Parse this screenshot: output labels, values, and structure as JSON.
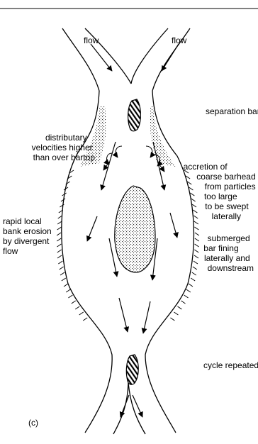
{
  "labels": {
    "flow_left": "flow",
    "flow_right": "flow",
    "separation_bars": "separation bars",
    "distributary": [
      "distributary",
      "velocities higher",
      "than over bartop"
    ],
    "accretion": [
      "accretion of",
      "coarse barhead",
      "from particles",
      "too large",
      "to be swept",
      "laterally"
    ],
    "rapid_erosion": [
      "rapid local",
      "bank erosion",
      "by divergent",
      "flow"
    ],
    "submerged": [
      "submerged",
      "bar fining",
      "laterally and",
      "downstream"
    ],
    "cycle_repeated": "cycle repeated",
    "panel": "(c)"
  }
}
